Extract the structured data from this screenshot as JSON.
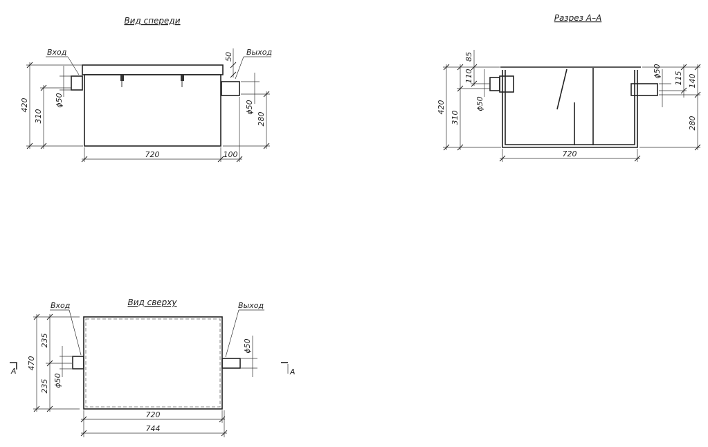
{
  "views": {
    "front": {
      "title": "Вид спереди",
      "inlet_label": "Вход",
      "outlet_label": "Выход",
      "dims": {
        "total_height": "420",
        "inlet_height": "310",
        "outlet_height": "280",
        "width": "720",
        "outlet_length": "100",
        "lid_offset": "50",
        "inlet_diameter": "ϕ50",
        "outlet_diameter": "ϕ50"
      }
    },
    "section": {
      "title": "Разрез А–А",
      "dims": {
        "total_height": "420",
        "inlet_height": "310",
        "top_85": "85",
        "top_110": "110",
        "inlet_diameter": "ϕ50",
        "outlet_diameter": "ϕ50",
        "outlet_115": "115",
        "outlet_140": "140",
        "outlet_height": "280",
        "width": "720"
      }
    },
    "top": {
      "title": "Вид сверху",
      "inlet_label": "Вход",
      "outlet_label": "Выход",
      "section_mark": "А",
      "dims": {
        "total_depth": "470",
        "half_upper": "235",
        "half_lower": "235",
        "inlet_diameter": "ϕ50",
        "outlet_diameter": "ϕ50",
        "width_inner": "720",
        "width_outer": "744"
      }
    }
  }
}
